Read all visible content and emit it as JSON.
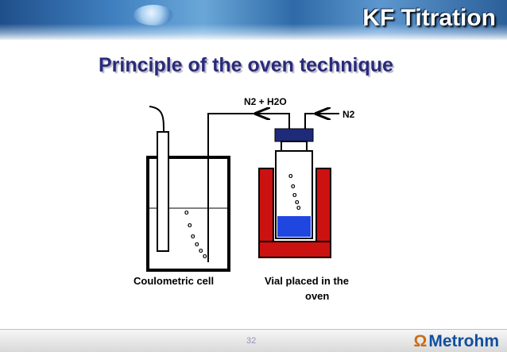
{
  "header": {
    "title": "KF Titration"
  },
  "slide": {
    "title": "Principle of the oven technique"
  },
  "diagram": {
    "label_gas_out": "N2 + H2O",
    "label_gas_in": "N2",
    "label_cell": "Coulometric cell",
    "label_vial_line1": "Vial placed in the",
    "label_vial_line2": "oven",
    "bubble_char": "o",
    "colors": {
      "oven": "#cc1111",
      "sample": "#1f47e0",
      "cap": "#1f2a7a",
      "lines": "#000000"
    }
  },
  "footer": {
    "page_number": "32",
    "brand": "Metrohm",
    "brand_symbol": "Ω"
  }
}
